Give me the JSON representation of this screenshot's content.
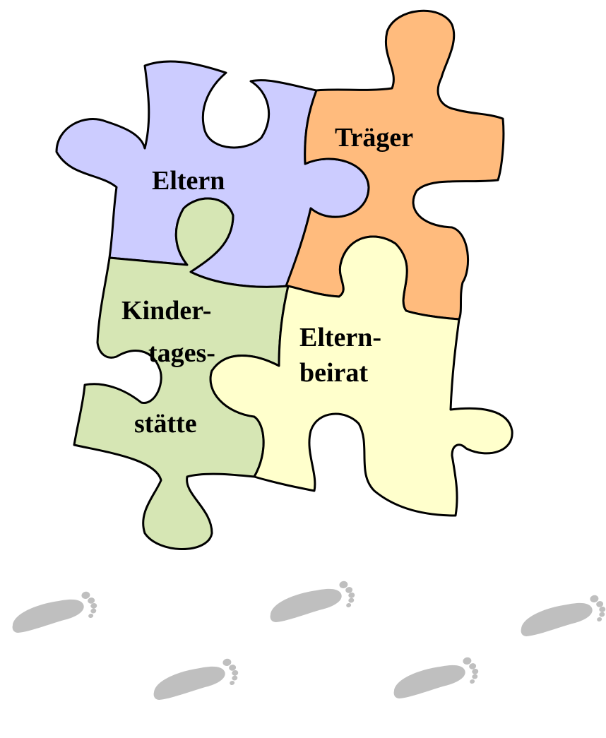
{
  "pieces": {
    "eltern": {
      "label": "Eltern",
      "color": "#ccccff"
    },
    "traeger": {
      "label": "Träger",
      "color": "#ffbb7d"
    },
    "kita": {
      "line1": "Kinder-",
      "line2": "tages-",
      "line3": "stätte",
      "color": "#d6e6b4"
    },
    "beirat": {
      "line1": "Eltern-",
      "line2": "beirat",
      "color": "#ffffcc"
    }
  },
  "footprints": {
    "color": "#b4b4b4",
    "count": 5
  }
}
